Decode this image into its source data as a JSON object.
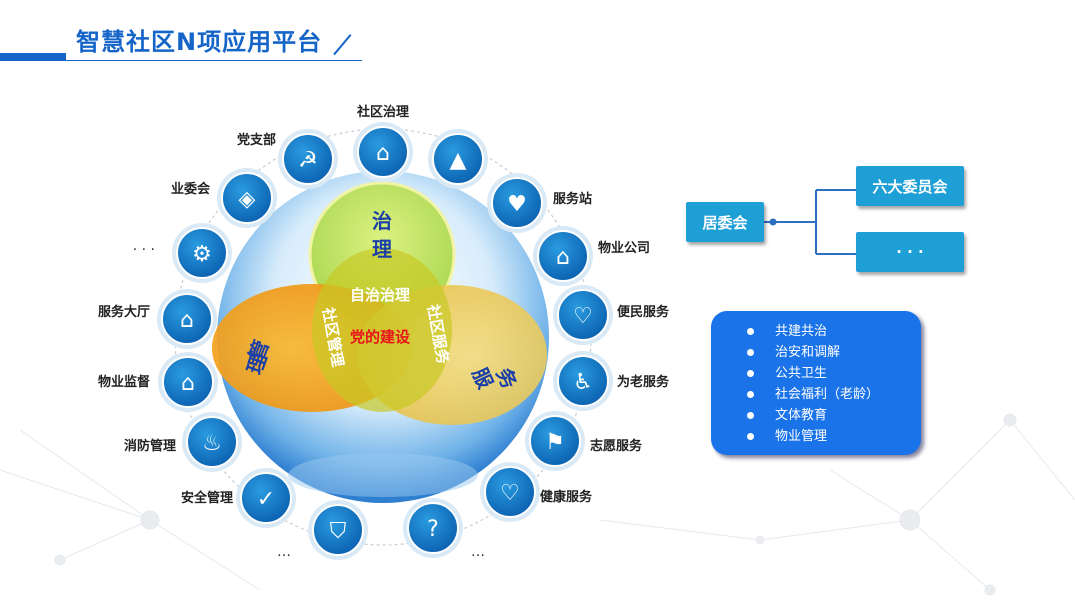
{
  "title": "智慧社区N项应用平台",
  "center": {
    "top": "治\n理",
    "top_line1": "治",
    "top_line2": "理",
    "left_line1": "管",
    "left_line2": "理",
    "right_line1": "服",
    "right_line2": "务",
    "inner_top": "自治治理",
    "inner_left": "社区管理",
    "inner_right": "社区服务",
    "core": "党的建设"
  },
  "ring_nodes": [
    {
      "label": "社区治理",
      "icon": "house-heart-icon"
    },
    {
      "label": "",
      "icon": "traffic-cone-icon"
    },
    {
      "label": "服务站",
      "icon": "hands-heart-icon"
    },
    {
      "label": "物业公司",
      "icon": "house-wrench-icon"
    },
    {
      "label": "便民服务",
      "icon": "heart-icon"
    },
    {
      "label": "为老服务",
      "icon": "elderly-person-icon"
    },
    {
      "label": "志愿服务",
      "icon": "flag-icon"
    },
    {
      "label": "健康服务",
      "icon": "heartbeat-icon"
    },
    {
      "label": "…",
      "icon": "question-icon"
    },
    {
      "label": "…",
      "icon": "shield-icon"
    },
    {
      "label": "安全管理",
      "icon": "shield-check-icon"
    },
    {
      "label": "消防管理",
      "icon": "flame-icon"
    },
    {
      "label": "物业监督",
      "icon": "house-chat-icon"
    },
    {
      "label": "服务大厅",
      "icon": "bank-icon"
    },
    {
      "label": "· · ·",
      "icon": "gears-icon"
    },
    {
      "label": "业委会",
      "icon": "building-icon"
    },
    {
      "label": "党支部",
      "icon": "party-people-icon"
    }
  ],
  "org": {
    "root": "居委会",
    "child1": "六大委员会",
    "child2": "· · ·"
  },
  "list_items": [
    "共建共治",
    "治安和调解",
    "公共卫生",
    "社会福利（老龄）",
    "文体教育",
    "物业管理"
  ],
  "colors": {
    "brand_blue": "#1565c8",
    "box_blue": "#1e9fd6",
    "panel_blue": "#1a73e8",
    "circle_green": "#c5e86c",
    "circle_orange": "#f6a623",
    "circle_yellow": "#f2cf5b",
    "core_red": "#e8141b"
  }
}
